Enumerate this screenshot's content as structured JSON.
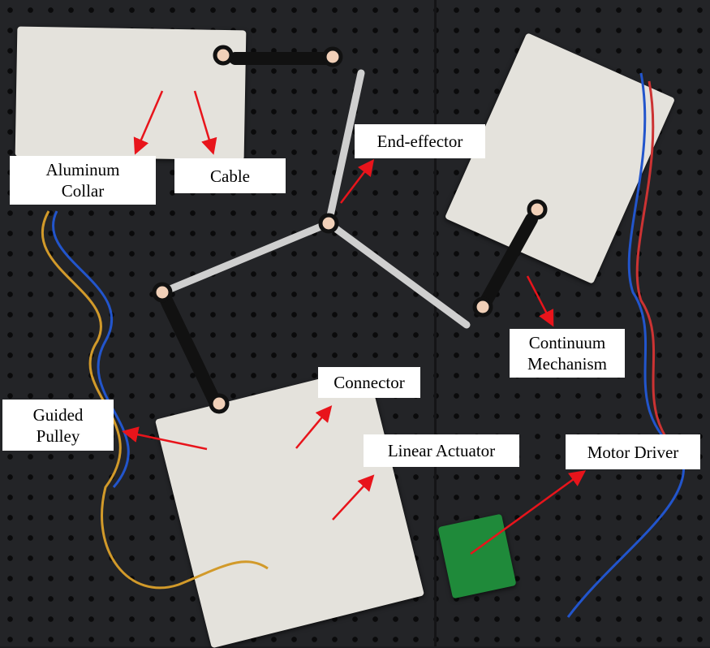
{
  "labels": {
    "aluminum_collar": [
      "Aluminum",
      "Collar"
    ],
    "cable": "Cable",
    "end_effector": "End-effector",
    "continuum_mechanism": [
      "Continuum",
      "Mechanism"
    ],
    "connector": "Connector",
    "guided_pulley": [
      "Guided",
      "Pulley"
    ],
    "linear_actuator": "Linear Actuator",
    "motor_driver": "Motor Driver"
  },
  "colors": {
    "arrow": "#e8141b",
    "label_bg": "#ffffff",
    "table": "#232427"
  }
}
